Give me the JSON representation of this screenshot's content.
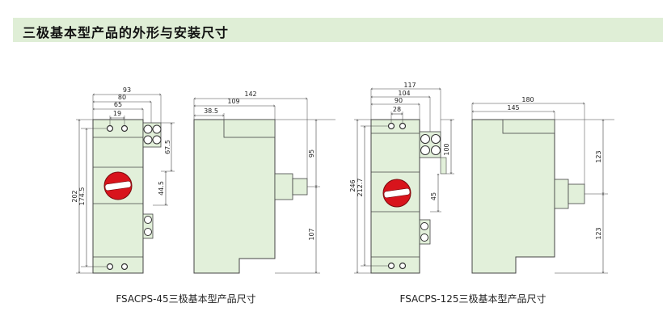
{
  "title": "三极基本型产品的外形与安装尺寸",
  "colors": {
    "body_fill": "#e2f0da",
    "line": "#444444",
    "knob_red": "#d8141c",
    "title_bg": "#dfeed6"
  },
  "left_product": {
    "caption": "FSACPS-45三极基本型产品尺寸",
    "front": {
      "w93": "93",
      "w80": "80",
      "w65": "65",
      "w19": "19",
      "h202": "202",
      "h174_5": "174.5",
      "h67_5": "67.5",
      "h44_5": "44.5"
    },
    "side": {
      "w142": "142",
      "w109": "109",
      "w38_5": "38.5",
      "h95": "95",
      "h107": "107"
    }
  },
  "right_product": {
    "caption": "FSACPS-125三极基本型产品尺寸",
    "front": {
      "w117": "117",
      "w104": "104",
      "w90": "90",
      "w28": "28",
      "h246": "246",
      "h212_7": "212.7",
      "h100": "100",
      "h45": "45"
    },
    "side": {
      "w180": "180",
      "w145": "145",
      "h123a": "123",
      "h123b": "123"
    }
  }
}
